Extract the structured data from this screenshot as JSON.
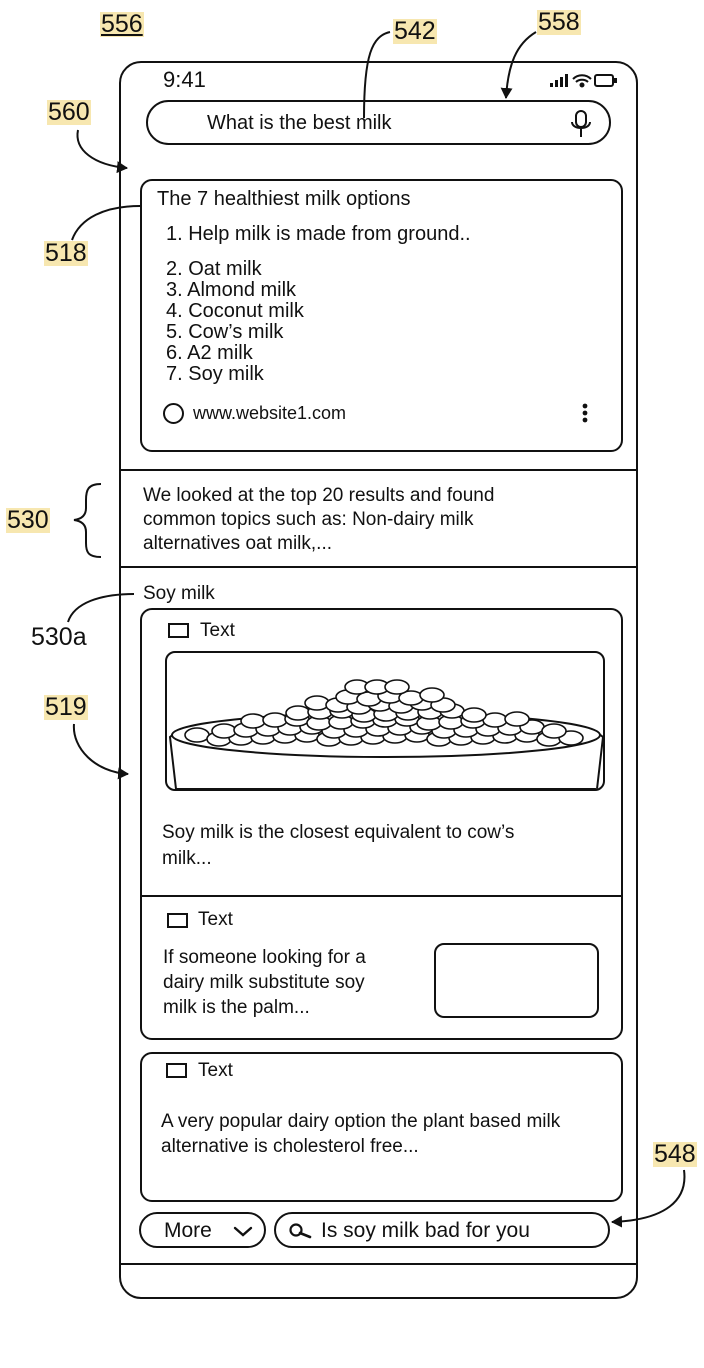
{
  "refs": {
    "r556": "556",
    "r542": "542",
    "r558": "558",
    "r560": "560",
    "r518": "518",
    "r530": "530",
    "r530a": "530a",
    "r519": "519",
    "r548": "548"
  },
  "status": {
    "time": "9:41"
  },
  "search": {
    "query": "What is the best milk"
  },
  "result_card": {
    "title": "The 7 healthiest milk options",
    "items": [
      "1. Help milk is made from ground..",
      "2. Oat milk",
      "3. Almond milk",
      "4. Coconut milk",
      "5. Cow’s milk",
      "6. A2 milk",
      "7. Soy milk"
    ],
    "source": "www.website1.com"
  },
  "summary": {
    "lines": [
      "We looked at the top 20 results and found",
      "common topics such as: Non-dairy milk",
      "alternatives oat milk,..."
    ]
  },
  "topic": {
    "heading": "Soy milk",
    "card1": {
      "label": "Text",
      "lines": [
        "Soy milk is the closest equivalent to cow’s",
        "milk..."
      ]
    },
    "card2": {
      "label": "Text",
      "lines": [
        "If someone looking for a",
        "dairy milk substitute soy",
        "milk is the palm..."
      ]
    },
    "card3": {
      "label": "Text",
      "lines": [
        "A very popular dairy option the plant based milk",
        "alternative is cholesterol free..."
      ]
    }
  },
  "bottom": {
    "more_label": "More",
    "suggestion": "Is soy milk bad for you"
  }
}
